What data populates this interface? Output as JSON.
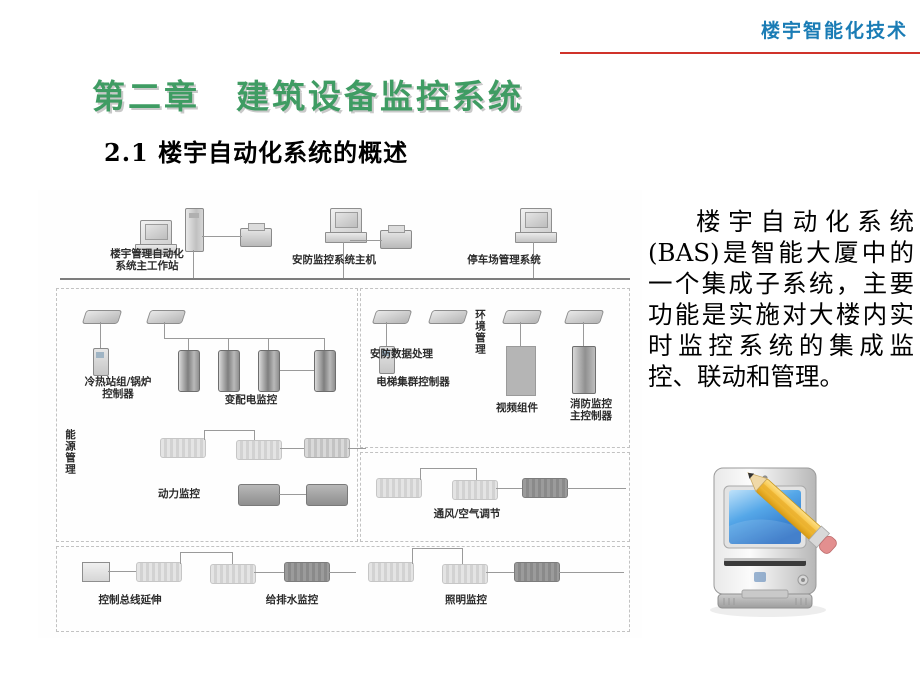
{
  "header": {
    "title": "楼宇智能化技术",
    "accent_color": "#1a7cb5",
    "rule_color": "#d0322a"
  },
  "chapter": {
    "title": "第二章　建筑设备监控系统",
    "color": "#3f9c63"
  },
  "section": {
    "title": "2.1 楼宇自动化系统的概述"
  },
  "body": {
    "paragraph": "楼宇自动化系统(BAS)是智能大厦中的一个集成子系统，主要功能是实施对大楼内实时监控系统的集成监控、联动和管理。"
  },
  "illustration": {
    "name": "vintage-macintosh-with-pencil"
  },
  "diagram": {
    "name": "building-automation-system-architecture",
    "top_nodes": [
      {
        "id": "bas-workstation",
        "label": "楼宇管理自动化\n系统主工作站"
      },
      {
        "id": "security-host",
        "label": "安防监控系统主机"
      },
      {
        "id": "parking-system",
        "label": "停车场管理系统"
      }
    ],
    "zone_labels": [
      {
        "id": "environment-management",
        "label": "环境管理",
        "orientation": "vertical"
      },
      {
        "id": "energy-management",
        "label": "能源管理",
        "orientation": "vertical"
      }
    ],
    "subsystems": [
      {
        "id": "chiller-boiler-controller",
        "label": "冷热站组/锅炉\n控制器"
      },
      {
        "id": "power-distribution-monitor",
        "label": "变配电监控"
      },
      {
        "id": "security-data-processing",
        "label": "安防数据处理"
      },
      {
        "id": "elevator-group-controller",
        "label": "电梯集群控制器"
      },
      {
        "id": "video-component",
        "label": "视频组件"
      },
      {
        "id": "fire-alarm-main-controller",
        "label": "消防监控\n主控制器"
      },
      {
        "id": "power-monitor",
        "label": "动力监控"
      },
      {
        "id": "hvac-monitor",
        "label": "通风/空气调节"
      },
      {
        "id": "control-bus-extension",
        "label": "控制总线延伸"
      },
      {
        "id": "water-supply-drainage-monitor",
        "label": "给排水监控"
      },
      {
        "id": "lighting-monitor",
        "label": "照明监控"
      }
    ]
  }
}
